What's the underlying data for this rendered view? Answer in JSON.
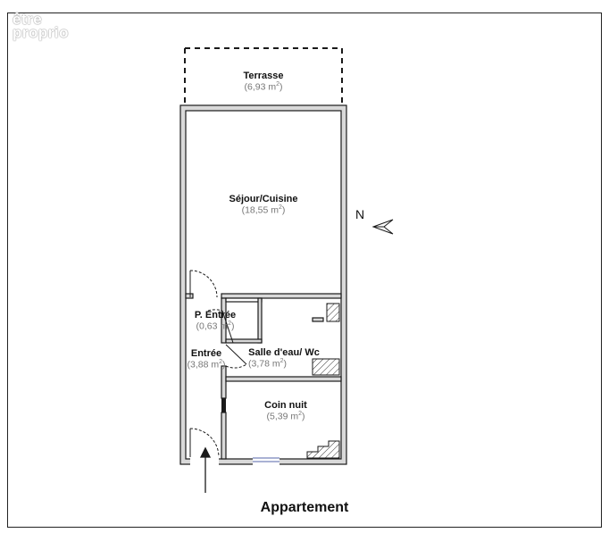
{
  "watermark": {
    "line1": "être",
    "line2": "proprio"
  },
  "plan_title": "Appartement",
  "north_label": "N",
  "rooms": {
    "terrasse": {
      "name": "Terrasse",
      "area": "(6,93 m",
      "sup": "2",
      "close": ")"
    },
    "sejour": {
      "name": "Séjour/Cuisine",
      "area": "(18,55 m",
      "sup": "2",
      "close": ")"
    },
    "p_entree": {
      "name": "P. Entrée",
      "area": "(0,63 m",
      "sup": "2",
      "close": ")"
    },
    "entree": {
      "name": "Entrée",
      "area": "(3,88 m",
      "sup": "2",
      "close": ")"
    },
    "salle_eau": {
      "name": "Salle d'eau/ Wc",
      "area": "(3,78 m",
      "sup": "2",
      "close": ")"
    },
    "coin_nuit": {
      "name": "Coin nuit",
      "area": "(5,39 m",
      "sup": "2",
      "close": ")"
    }
  },
  "colors": {
    "wall": "#1a1a1a",
    "wall_fill": "#d9d9d9",
    "area_text": "#777777"
  }
}
